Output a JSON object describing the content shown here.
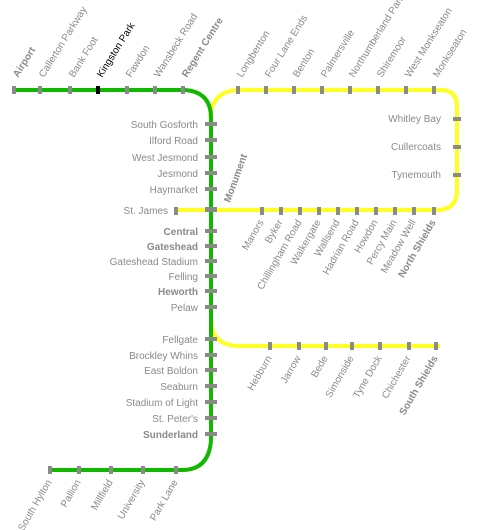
{
  "colors": {
    "green_line": "#11b800",
    "yellow_line": "#ffff22",
    "station_marker": "#8a8a8a",
    "selected_marker": "#000000",
    "label_text": "#8a8a8a"
  },
  "lines": [
    {
      "name": "Green line",
      "color": "#11b800"
    },
    {
      "name": "Yellow line",
      "color": "#ffff22"
    }
  ],
  "selected_station": "Kingston Park",
  "stations": {
    "airport_branch": [
      {
        "id": "airport",
        "name": "Airport",
        "hub": true
      },
      {
        "id": "callerton-parkway",
        "name": "Callerton Parkway"
      },
      {
        "id": "bank-foot",
        "name": "Bank Foot"
      },
      {
        "id": "kingston-park",
        "name": "Kingston Park",
        "selected": true
      },
      {
        "id": "fawdon",
        "name": "Fawdon"
      },
      {
        "id": "wansbeck-road",
        "name": "Wansbeck Road"
      },
      {
        "id": "regent-centre",
        "name": "Regent Centre",
        "hub": true
      }
    ],
    "coast_top": [
      {
        "id": "longbenton",
        "name": "Longbenton"
      },
      {
        "id": "four-lane-ends",
        "name": "Four Lane Ends"
      },
      {
        "id": "benton",
        "name": "Benton"
      },
      {
        "id": "palmersville",
        "name": "Palmersville"
      },
      {
        "id": "northumberland-park",
        "name": "Northumberland Park"
      },
      {
        "id": "shiremoor",
        "name": "Shiremoor"
      },
      {
        "id": "west-monkseaton",
        "name": "West Monkseaton"
      },
      {
        "id": "monkseaton",
        "name": "Monkseaton"
      }
    ],
    "coast_right": [
      {
        "id": "whitley-bay",
        "name": "Whitley Bay"
      },
      {
        "id": "cullercoats",
        "name": "Cullercoats"
      },
      {
        "id": "tynemouth",
        "name": "Tynemouth"
      }
    ],
    "trunk_north": [
      {
        "id": "south-gosforth",
        "name": "South Gosforth"
      },
      {
        "id": "ilford-road",
        "name": "Ilford Road"
      },
      {
        "id": "west-jesmond",
        "name": "West Jesmond"
      },
      {
        "id": "jesmond",
        "name": "Jesmond"
      },
      {
        "id": "haymarket",
        "name": "Haymarket"
      }
    ],
    "st_james": {
      "id": "st-james",
      "name": "St. James"
    },
    "monument": {
      "id": "monument",
      "name": "Monument",
      "hub": true
    },
    "east_bottom": [
      {
        "id": "manors",
        "name": "Manors"
      },
      {
        "id": "byker",
        "name": "Byker"
      },
      {
        "id": "chillingham-road",
        "name": "Chillingham Road"
      },
      {
        "id": "walkergate",
        "name": "Walkergate"
      },
      {
        "id": "wallsend",
        "name": "Wallsend"
      },
      {
        "id": "hadrian-road",
        "name": "Hadrian Road"
      },
      {
        "id": "howdon",
        "name": "Howdon"
      },
      {
        "id": "percy-main",
        "name": "Percy Main"
      },
      {
        "id": "meadow-well",
        "name": "Meadow Well"
      },
      {
        "id": "north-shields",
        "name": "North Shields",
        "hub": true
      }
    ],
    "trunk_south": [
      {
        "id": "central",
        "name": "Central",
        "hub": true
      },
      {
        "id": "gateshead",
        "name": "Gateshead",
        "hub": true
      },
      {
        "id": "gateshead-stadium",
        "name": "Gateshead Stadium"
      },
      {
        "id": "felling",
        "name": "Felling"
      },
      {
        "id": "heworth",
        "name": "Heworth",
        "hub": true
      },
      {
        "id": "pelaw",
        "name": "Pelaw"
      }
    ],
    "south_shields_branch": [
      {
        "id": "hebburn",
        "name": "Hebburn"
      },
      {
        "id": "jarrow",
        "name": "Jarrow"
      },
      {
        "id": "bede",
        "name": "Bede"
      },
      {
        "id": "simonside",
        "name": "Simonside"
      },
      {
        "id": "tyne-dock",
        "name": "Tyne Dock"
      },
      {
        "id": "chichester",
        "name": "Chichester"
      },
      {
        "id": "south-shields",
        "name": "South Shields",
        "hub": true
      }
    ],
    "sunderland_branch": [
      {
        "id": "fellgate",
        "name": "Fellgate"
      },
      {
        "id": "brockley-whins",
        "name": "Brockley Whins"
      },
      {
        "id": "east-boldon",
        "name": "East Boldon"
      },
      {
        "id": "seaburn",
        "name": "Seaburn"
      },
      {
        "id": "stadium-of-light",
        "name": "Stadium of Light"
      },
      {
        "id": "st-peters",
        "name": "St. Peter's"
      },
      {
        "id": "sunderland",
        "name": "Sunderland",
        "hub": true
      }
    ],
    "hylton_branch": [
      {
        "id": "south-hylton",
        "name": "South Hylton"
      },
      {
        "id": "pallion",
        "name": "Pallion"
      },
      {
        "id": "millfield",
        "name": "Millfield"
      },
      {
        "id": "university",
        "name": "University"
      },
      {
        "id": "park-lane",
        "name": "Park Lane"
      }
    ]
  }
}
